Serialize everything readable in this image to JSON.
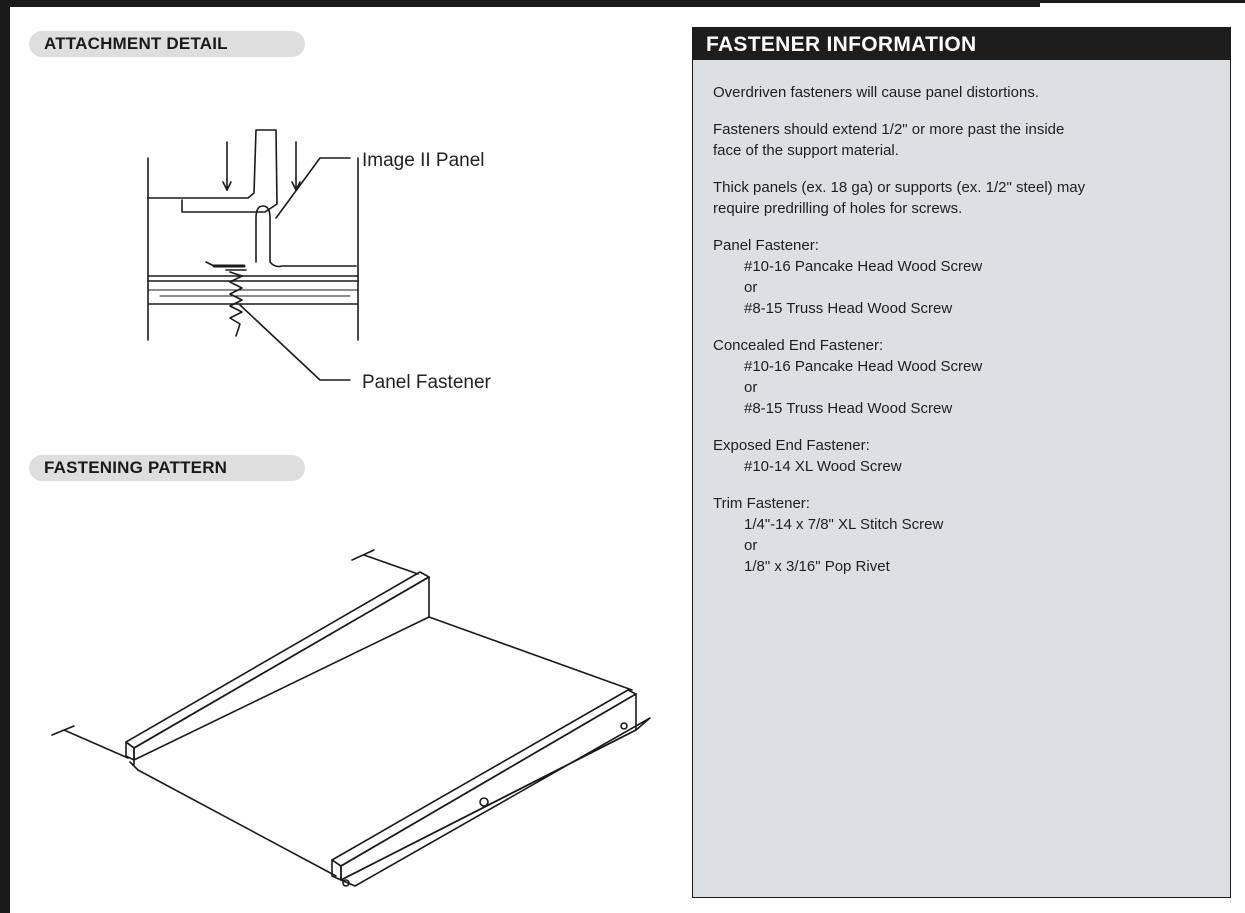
{
  "attachment": {
    "title": "ATTACHMENT DETAIL",
    "label_panel": "Image II Panel",
    "label_fastener": "Panel Fastener"
  },
  "pattern": {
    "title": "FASTENING PATTERN"
  },
  "info": {
    "title": "FASTENER INFORMATION",
    "paragraphs": [
      "Overdriven fasteners will cause panel distortions.",
      "Fasteners should extend 1/2\" or more past the inside",
      "face of the support material.",
      "Thick panels (ex. 18 ga) or supports (ex. 1/2\" steel) may",
      "require predrilling of holes for screws."
    ],
    "groups": [
      {
        "heading": "Panel Fastener:",
        "lines": [
          "#10-16 Pancake Head Wood Screw",
          "or",
          "#8-15 Truss Head Wood Screw"
        ]
      },
      {
        "heading": "Concealed End Fastener:",
        "lines": [
          "#10-16 Pancake Head Wood Screw",
          "or",
          "#8-15 Truss Head Wood Screw"
        ]
      },
      {
        "heading": "Exposed End Fastener:",
        "lines": [
          "#10-14 XL Wood Screw"
        ]
      },
      {
        "heading": "Trim Fastener:",
        "lines": [
          "1/4\"-14 x 7/8\" XL Stitch Screw",
          "or",
          "1/8\" x 3/16\" Pop Rivet"
        ]
      }
    ]
  }
}
